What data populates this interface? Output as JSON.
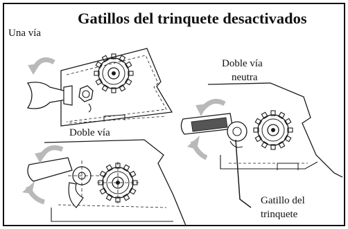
{
  "title": "Gatillos del trinquete desactivados",
  "labels": {
    "una_via": "Una vía",
    "doble_via": "Doble vía",
    "doble_via_neutra_1": "Doble vía",
    "doble_via_neutra_2": "neutra",
    "gatillo_1": "Gatillo del",
    "gatillo_2": "trinquete"
  },
  "colors": {
    "line": "#1a1a1a",
    "arrow": "#b9b9b9",
    "border": "#111111"
  }
}
